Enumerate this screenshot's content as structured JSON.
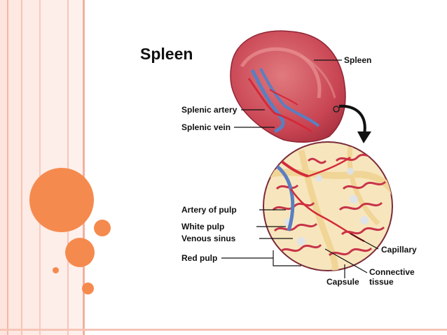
{
  "title": "Spleen",
  "labels": {
    "spleen": "Spleen",
    "splenic_artery": "Splenic artery",
    "splenic_vein": "Splenic vein",
    "artery_of_pulp": "Artery of pulp",
    "white_pulp": "White pulp",
    "venous_sinus": "Venous sinus",
    "red_pulp": "Red pulp",
    "capillary": "Capillary",
    "connective_1": "Connective",
    "connective_2": "tissue",
    "capsule": "Capsule"
  },
  "colors": {
    "accent": "#f58a4e",
    "organ": "#c94553",
    "artery": "#d42a3a",
    "vein": "#5a7fc2",
    "pulp": "#f3e2b3"
  }
}
